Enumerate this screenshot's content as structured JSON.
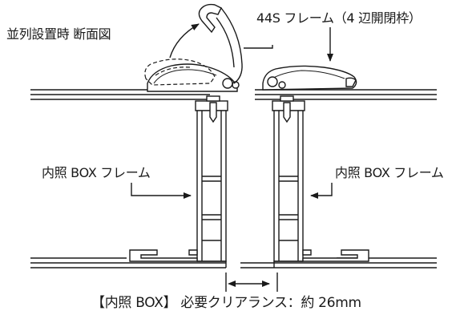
{
  "labels": {
    "title": "並列設置時 断面図",
    "frame_44s": "44S フレーム（4 辺開閉枠）",
    "box_frame_left": "内照 BOX フレーム",
    "box_frame_right": "内照 BOX フレーム",
    "clearance": "【内照 BOX】 必要クリアランス：約 26mm"
  }
}
